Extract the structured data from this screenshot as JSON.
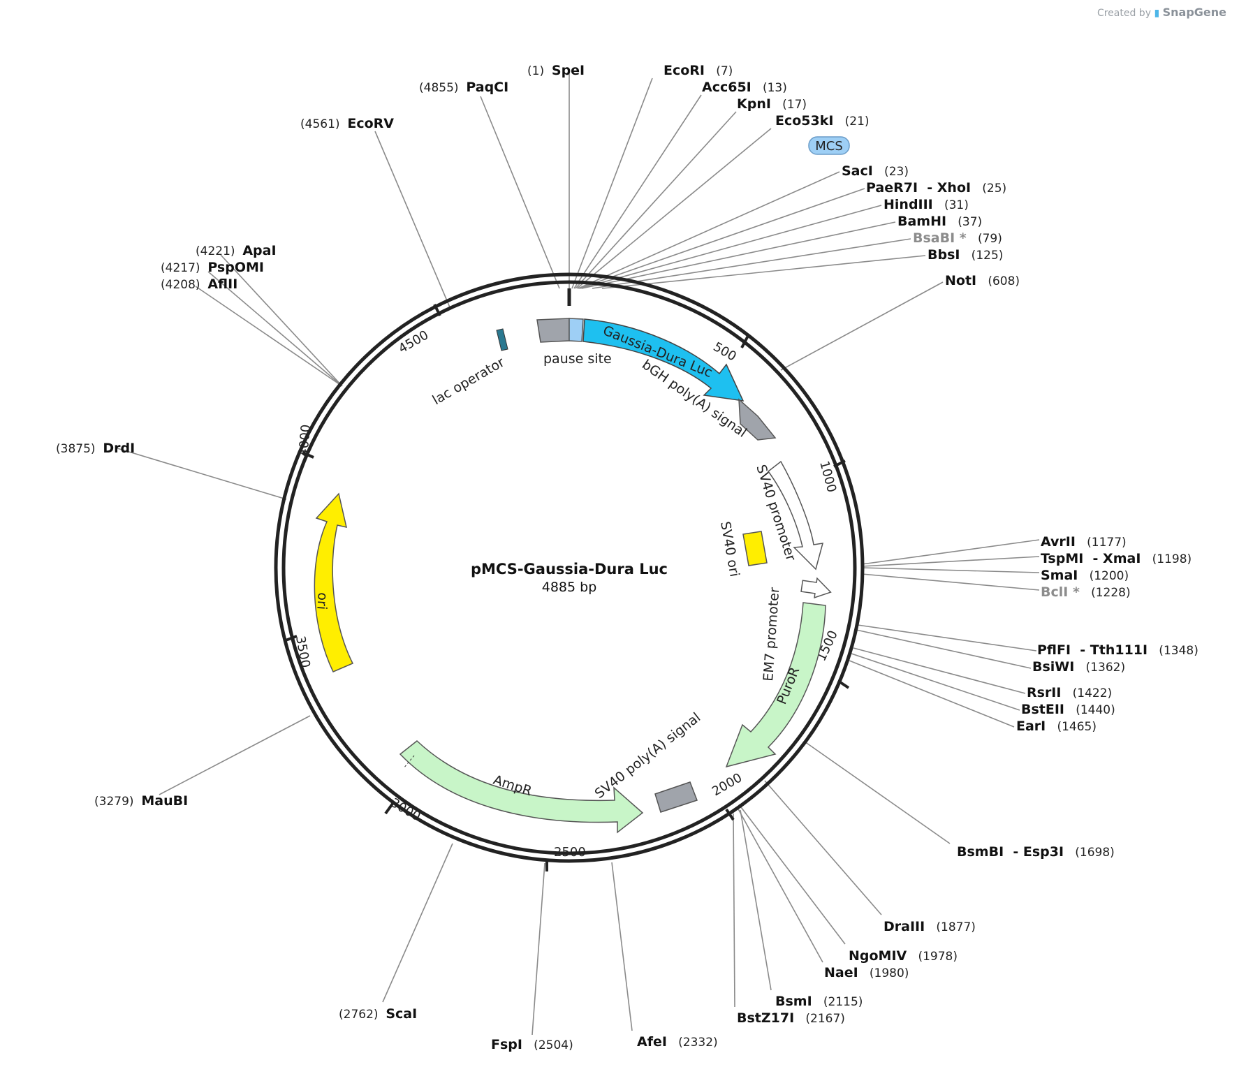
{
  "watermark": {
    "prefix": "Created by",
    "brand": "SnapGene"
  },
  "plasmid": {
    "name": "pMCS-Gaussia-Dura Luc",
    "size_label": "4885 bp"
  },
  "colors": {
    "backbone": "#222222",
    "gaussia": "#1ec0f0",
    "sv40_ori": "#ffee00",
    "ori": "#ffee00",
    "resistance": "#c8f5c8",
    "promoter": "#ffffff",
    "terminator": "#a0a4ab",
    "pause_site": "#a0a4ab",
    "mcs_box": "#9ecff5",
    "lac_operator": "#2a7890"
  },
  "ticks": [
    "500",
    "1000",
    "1500",
    "2000",
    "2500",
    "3000",
    "3500",
    "4000",
    "4500"
  ],
  "features": [
    {
      "name": "pause site",
      "type": "terminator"
    },
    {
      "name": "Gaussia-Dura Luc",
      "type": "cds"
    },
    {
      "name": "bGH poly(A) signal",
      "type": "terminator"
    },
    {
      "name": "SV40 promoter",
      "type": "promoter"
    },
    {
      "name": "SV40 ori",
      "type": "rep_origin"
    },
    {
      "name": "EM7 promoter",
      "type": "promoter"
    },
    {
      "name": "PuroR",
      "type": "cds"
    },
    {
      "name": "SV40 poly(A) signal",
      "type": "terminator"
    },
    {
      "name": "AmpR",
      "type": "cds"
    },
    {
      "name": "ori",
      "type": "rep_origin"
    },
    {
      "name": "lac operator",
      "type": "protein_bind"
    }
  ],
  "mcs_label": "MCS",
  "sites": [
    {
      "name": "SpeI",
      "pos": "(1)"
    },
    {
      "name": "PaqCI",
      "pos": "(4855)"
    },
    {
      "name": "EcoRV",
      "pos": "(4561)"
    },
    {
      "name": "EcoRI",
      "pos": "(7)"
    },
    {
      "name": "Acc65I",
      "pos": "(13)"
    },
    {
      "name": "KpnI",
      "pos": "(17)"
    },
    {
      "name": "Eco53kI",
      "pos": "(21)"
    },
    {
      "name": "SacI",
      "pos": "(23)"
    },
    {
      "name": "PaeR7I",
      "extra": "- XhoI",
      "pos": "(25)"
    },
    {
      "name": "HindIII",
      "pos": "(31)"
    },
    {
      "name": "BamHI",
      "pos": "(37)"
    },
    {
      "name": "BsaBI",
      "mark": "*",
      "pos": "(79)"
    },
    {
      "name": "BbsI",
      "pos": "(125)"
    },
    {
      "name": "NotI",
      "pos": "(608)"
    },
    {
      "name": "ApaI",
      "pos": "(4221)"
    },
    {
      "name": "PspOMI",
      "pos": "(4217)"
    },
    {
      "name": "AflII",
      "pos": "(4208)"
    },
    {
      "name": "DrdI",
      "pos": "(3875)"
    },
    {
      "name": "AvrII",
      "pos": "(1177)"
    },
    {
      "name": "TspMI",
      "extra": "- XmaI",
      "pos": "(1198)"
    },
    {
      "name": "SmaI",
      "pos": "(1200)"
    },
    {
      "name": "BclI",
      "mark": "*",
      "pos": "(1228)"
    },
    {
      "name": "PflFI",
      "extra": "- Tth111I",
      "pos": "(1348)"
    },
    {
      "name": "BsiWI",
      "pos": "(1362)"
    },
    {
      "name": "RsrII",
      "pos": "(1422)"
    },
    {
      "name": "BstEII",
      "pos": "(1440)"
    },
    {
      "name": "EarI",
      "pos": "(1465)"
    },
    {
      "name": "BsmBI",
      "extra": "- Esp3I",
      "pos": "(1698)"
    },
    {
      "name": "DraIII",
      "pos": "(1877)"
    },
    {
      "name": "NgoMIV",
      "pos": "(1978)"
    },
    {
      "name": "NaeI",
      "pos": "(1980)"
    },
    {
      "name": "BsmI",
      "pos": "(2115)"
    },
    {
      "name": "BstZ17I",
      "pos": "(2167)"
    },
    {
      "name": "AfeI",
      "pos": "(2332)"
    },
    {
      "name": "FspI",
      "pos": "(2504)"
    },
    {
      "name": "ScaI",
      "pos": "(2762)"
    },
    {
      "name": "MauBI",
      "pos": "(3279)"
    }
  ]
}
